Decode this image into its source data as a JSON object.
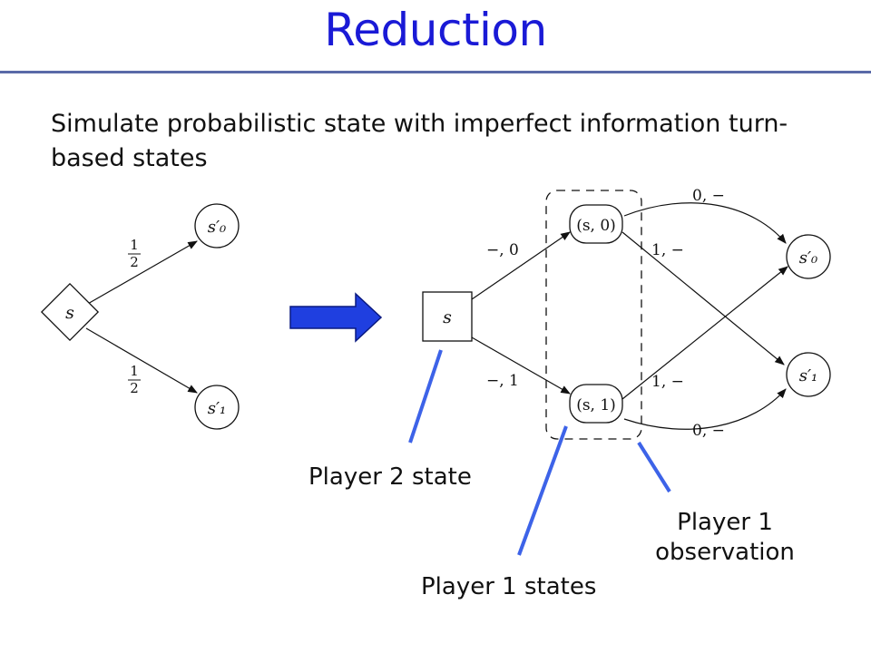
{
  "slide": {
    "title": "Reduction",
    "subtitle": "Simulate probabilistic state with imperfect information turn-based states"
  },
  "left_graph": {
    "node_s": "s",
    "node_s0": "s′₀",
    "node_s1": "s′₁",
    "prob_top": {
      "num": "1",
      "den": "2"
    },
    "prob_bottom": {
      "num": "1",
      "den": "2"
    }
  },
  "right_graph": {
    "node_s": "s",
    "node_s_0": "(s, 0)",
    "node_s_1": "(s, 1)",
    "node_s0": "s′₀",
    "node_s1": "s′₁",
    "edge_s_to_s0": "−, 0",
    "edge_s_to_s1": "−, 1",
    "edge_s0_to_s0p": "0, −",
    "edge_s0_to_s1p": "1, −",
    "edge_s1_to_s0p": "1, −",
    "edge_s1_to_s1p": "0, −"
  },
  "annotations": {
    "player2_state": "Player 2 state",
    "player1_states": "Player 1 states",
    "player1_observation_line1": "Player 1",
    "player1_observation_line2": "observation"
  },
  "colors": {
    "title": "#1a1ad6",
    "pointer_line": "#3d63e8",
    "arrow_fill": "#1f3fe0"
  }
}
